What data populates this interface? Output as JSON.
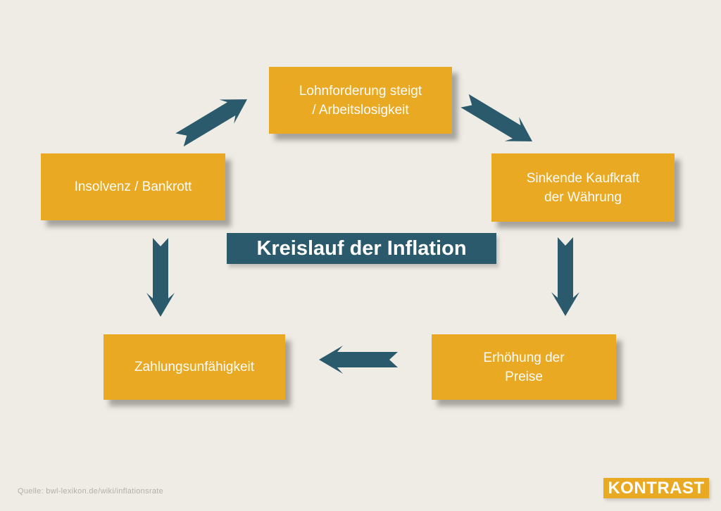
{
  "title": {
    "label": "Kreislauf der Inflation"
  },
  "nodes": {
    "top": {
      "label": "Lohnforderung steigt / Arbeitslosigkeit",
      "lines": [
        "Lohnforderung steigt",
        "/ Arbeitslosigkeit"
      ]
    },
    "right": {
      "label": "Sinkende Kaufkraft der Währung",
      "lines": [
        "Sinkende Kaufkraft",
        "der Währung"
      ]
    },
    "left": {
      "label": "Insolvenz / Bankrott",
      "lines": [
        "Insolvenz / Bankrott"
      ]
    },
    "bottom_right": {
      "label": "Erhöhung der Preise",
      "lines": [
        "Erhöhung der",
        "Preise"
      ]
    },
    "bottom_left": {
      "label": "Zahlungsunfähigkeit",
      "lines": [
        "Zahlungsunfähigkeit"
      ]
    }
  },
  "arrows": [
    {
      "from": "left",
      "to": "top",
      "direction": "up-right"
    },
    {
      "from": "top",
      "to": "right",
      "direction": "down-right"
    },
    {
      "from": "right",
      "to": "bottom_right",
      "direction": "down"
    },
    {
      "from": "left",
      "to": "bottom_left",
      "direction": "down"
    },
    {
      "from": "bottom_right",
      "to": "bottom_left",
      "direction": "left"
    }
  ],
  "source": {
    "label": "Quelle: bwl-lexikon.de/wiki/inflationsrate"
  },
  "logo": {
    "label": "KONTRAST"
  },
  "colors": {
    "background": "#EFECE5",
    "box_fill": "#E9A923",
    "node_text": "#FCFCFA",
    "arrow": "#2A5A6B",
    "title_bg": "#2A5A6B",
    "title_text": "#FFFFFF",
    "source_text": "#B2B0A9",
    "logo_bg": "#E9A923",
    "logo_text": "#FFFFFF"
  }
}
